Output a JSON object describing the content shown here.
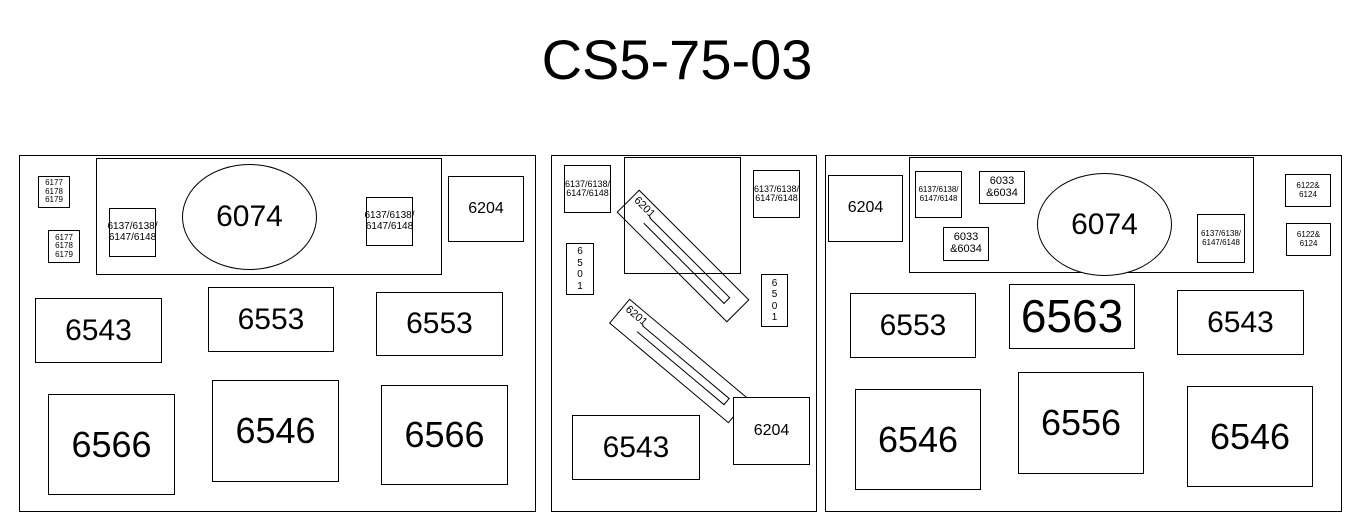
{
  "title": "CS5-75-03",
  "panel_left": {
    "a_6177_1": "6177\n6178\n6179",
    "a_6177_2": "6177\n6178\n6179",
    "a_6137_1": "6137/6138/\n6147/6148",
    "a_6074": "6074",
    "a_6137_2": "6137/6138/\n6147/6148",
    "a_6204": "6204",
    "a_6543": "6543",
    "a_6553_1": "6553",
    "a_6553_2": "6553",
    "a_6566_1": "6566",
    "a_6546": "6546",
    "a_6566_2": "6566"
  },
  "panel_mid": {
    "b_6137_1": "6137/6138/\n6147/6148",
    "b_6137_2": "6137/6138/\n6147/6148",
    "b_6501_1": "6\n5\n0\n1",
    "b_6501_2": "6\n5\n0\n1",
    "b_6201_1": "6201",
    "b_6201_2": "6201",
    "b_6543": "6543",
    "b_6204": "6204"
  },
  "panel_right": {
    "c_6204": "6204",
    "c_6137_1": "6137/6138/\n6147/6148",
    "c_6033_1": "6033\n&6034",
    "c_6033_2": "6033\n&6034",
    "c_6074": "6074",
    "c_6137_2": "6137/6138/\n6147/6148",
    "c_6122_1": "6122&\n6124",
    "c_6122_2": "6122&\n6124",
    "c_6553": "6553",
    "c_6563": "6563",
    "c_6543": "6543",
    "c_6546_1": "6546",
    "c_6556": "6556",
    "c_6546_2": "6546"
  }
}
